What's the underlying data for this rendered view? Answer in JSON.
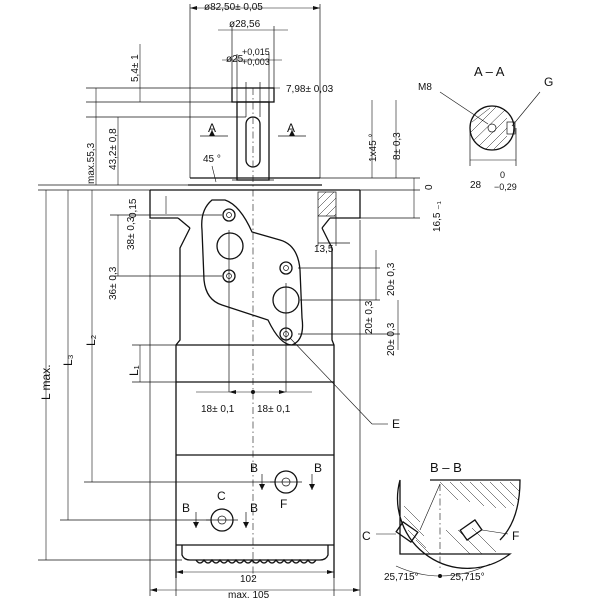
{
  "dims": {
    "top_dia_82": "ø82,50± 0,05",
    "top_dia_28": "ø28,56",
    "top_dia_25_base": "ø25",
    "top_dia_25_up": "+0,015",
    "top_dia_25_dn": "+0,003",
    "key_798": "7,98± 0,03",
    "left_541": "5,4± 1",
    "left_max553": "max.55,3",
    "left_432": "43,2± 0,8",
    "left_038": "0,15",
    "left_38": "38± 0,3",
    "left_36": "36± 0,3",
    "left_l2": "L₂",
    "left_l3": "L₃",
    "left_lmax": "L max.",
    "left_l1": "L₁",
    "right_1x45": "1x45 °",
    "right_8": "8± 0,3",
    "right_0": "0",
    "right_165": "16,5 ₋₁",
    "right_135": "13,5",
    "right_20a": "20± 0,3",
    "right_20b": "20± 0,3",
    "right_20c": "20± 0,3",
    "angle_45": "45 °",
    "bolt_18a": "18± 0,1",
    "bolt_18b": "18± 0,1",
    "bottom_102": "102",
    "bottom_105": "max. 105",
    "sec_aa_m8": "M8",
    "sec_aa_28_base": "28",
    "sec_aa_28_up": "0",
    "sec_aa_28_dn": "−0,29",
    "bb_angle_1": "25,715°",
    "bb_angle_2": "25,715°"
  },
  "labels": {
    "a_left": "A",
    "a_right": "A",
    "section_aa": "A – A",
    "g": "G",
    "e": "E",
    "b1": "B",
    "b2": "B",
    "b3": "B",
    "b4": "B",
    "c": "C",
    "f": "F",
    "section_bb": "B – B",
    "bb_c": "C",
    "bb_f": "F"
  }
}
